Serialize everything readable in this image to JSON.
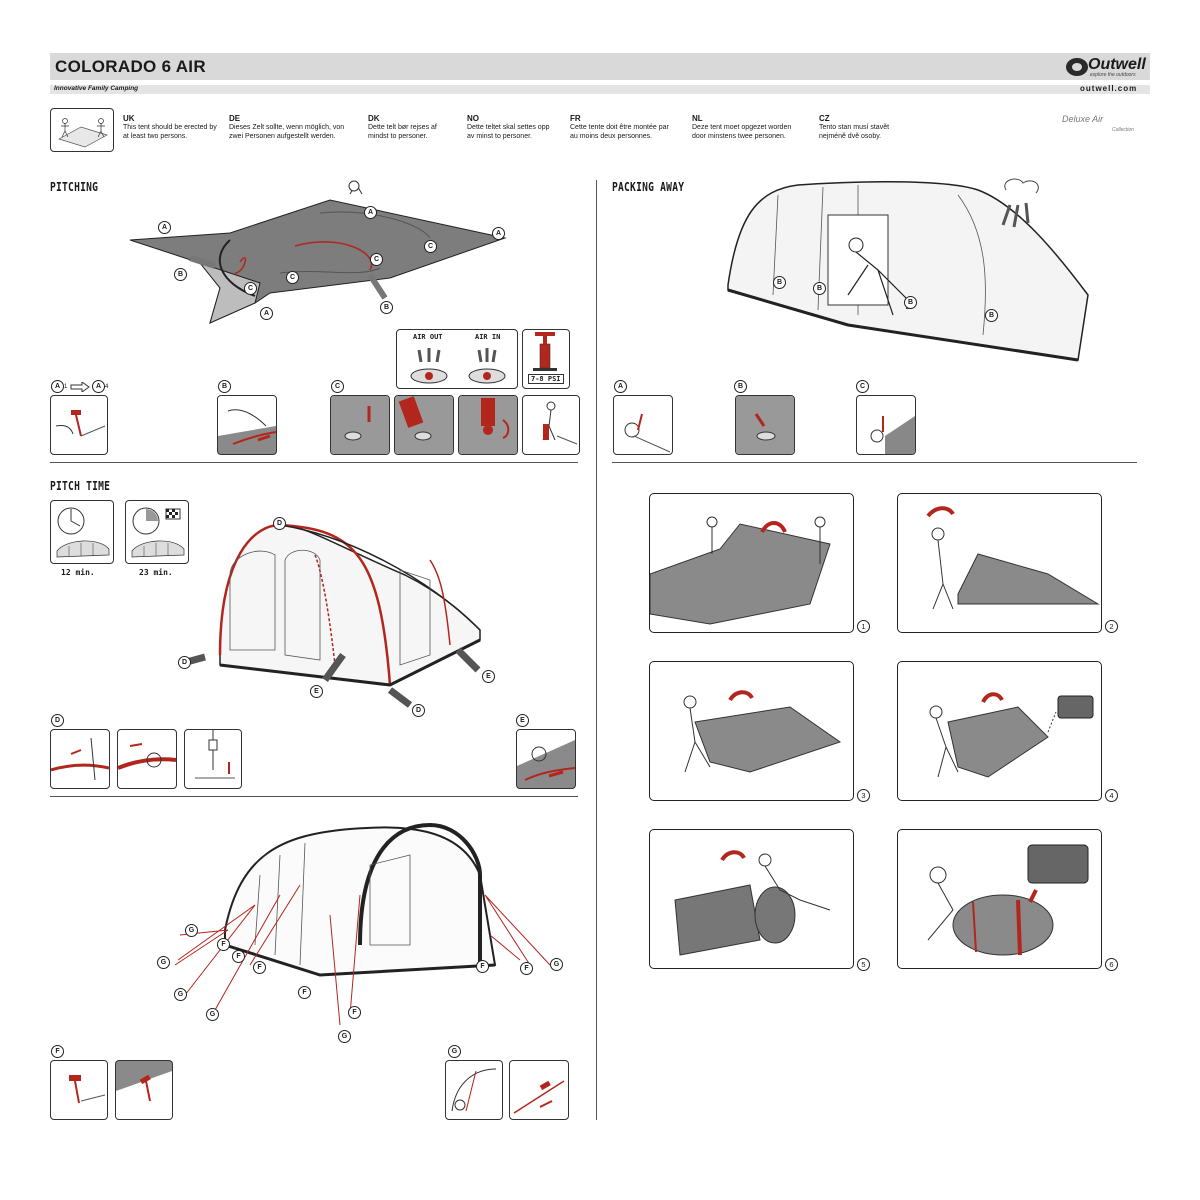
{
  "header": {
    "title": "COLORADO 6 AIR",
    "tagline": "Innovative Family Camping",
    "brand": "Outwell",
    "brand_sub": "explore the outdoors",
    "website": "outwell.com",
    "collection": "Deluxe Air",
    "collection_sub": "Collection"
  },
  "languages": [
    {
      "code": "UK",
      "text": "This tent should be erected by at least two persons."
    },
    {
      "code": "DE",
      "text": "Dieses Zelt sollte, wenn möglich, von zwei Personen aufgestellt werden."
    },
    {
      "code": "DK",
      "text": "Dette telt bør rejses af mindst to personer."
    },
    {
      "code": "NO",
      "text": "Dette teltet skal settes opp av minst to personer."
    },
    {
      "code": "FR",
      "text": "Cette tente doit être montée par au moins deux personnes."
    },
    {
      "code": "NL",
      "text": "Deze tent moet opgezet worden door minstens twee personen."
    },
    {
      "code": "CZ",
      "text": "Tento stan musí stavět nejméně dvě osoby."
    }
  ],
  "sections": {
    "pitching": "PITCHING",
    "pitch_time": "PITCH TIME",
    "packing_away": "PACKING AWAY"
  },
  "pump": {
    "air_out": "AIR OUT",
    "air_in": "AIR IN",
    "psi": "7-8 PSI"
  },
  "pitch_time": {
    "time_one": "12 min.",
    "time_two": "23 min."
  },
  "step_labels": {
    "a_range_start": "A",
    "a_range_end": "A",
    "a_sub_start": "1",
    "a_sub_end": "4",
    "b": "B",
    "c": "C",
    "d": "D",
    "e": "E",
    "f": "F",
    "g": "G"
  },
  "pitching_callouts": [
    "A",
    "A",
    "A",
    "A",
    "B",
    "B",
    "C",
    "C",
    "C",
    "C"
  ],
  "packing_steps": [
    "1",
    "2",
    "3",
    "4",
    "5",
    "6"
  ],
  "colors": {
    "accent": "#b3261e",
    "tent_grey": "#7d7d7d",
    "header_grey": "#d9d9d9"
  }
}
